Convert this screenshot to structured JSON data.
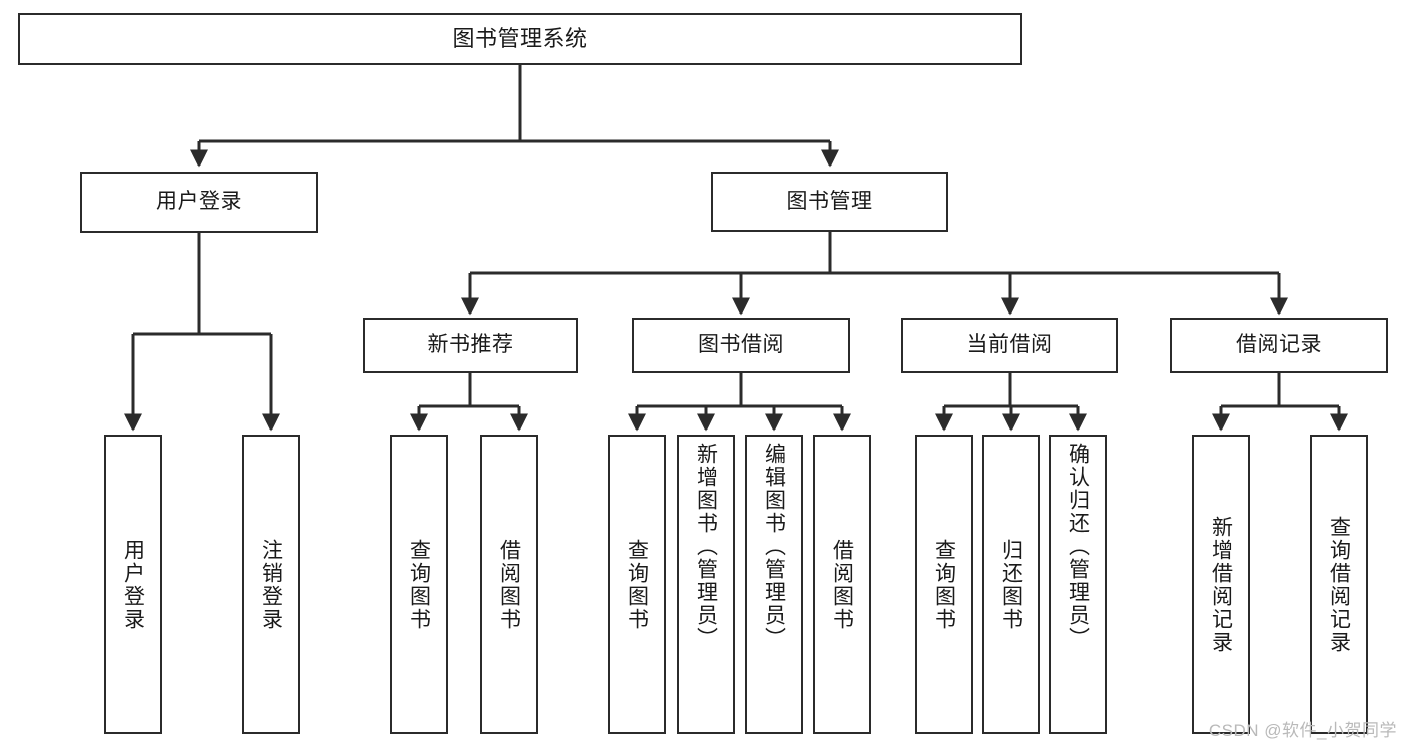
{
  "diagram": {
    "type": "tree",
    "title": "图书管理系统",
    "root": {
      "label": "图书管理系统"
    },
    "level1": [
      {
        "label": "用户登录"
      },
      {
        "label": "图书管理"
      }
    ],
    "level2": [
      {
        "label": "新书推荐",
        "parent": "图书管理"
      },
      {
        "label": "图书借阅",
        "parent": "图书管理"
      },
      {
        "label": "当前借阅",
        "parent": "图书管理"
      },
      {
        "label": "借阅记录",
        "parent": "图书管理"
      }
    ],
    "leaves": {
      "user_login": [
        {
          "label": "用户登录"
        },
        {
          "label": "注销登录"
        }
      ],
      "new_book_recommend": [
        {
          "label": "查询图书"
        },
        {
          "label": "借阅图书"
        }
      ],
      "book_borrow": [
        {
          "label": "查询图书"
        },
        {
          "label": "新增图书（管理员）"
        },
        {
          "label": "编辑图书（管理员）"
        },
        {
          "label": "借阅图书"
        }
      ],
      "current_borrow": [
        {
          "label": "查询图书"
        },
        {
          "label": "归还图书"
        },
        {
          "label": "确认归还（管理员）"
        }
      ],
      "borrow_records": [
        {
          "label": "新增借阅记录"
        },
        {
          "label": "查询借阅记录"
        }
      ]
    }
  },
  "watermark": {
    "text": "CSDN @软件_小贺同学"
  },
  "colors": {
    "stroke": "#2b2b2b",
    "fill": "#ffffff",
    "text": "#1a1a1a",
    "watermark": "#b9b9b9"
  }
}
